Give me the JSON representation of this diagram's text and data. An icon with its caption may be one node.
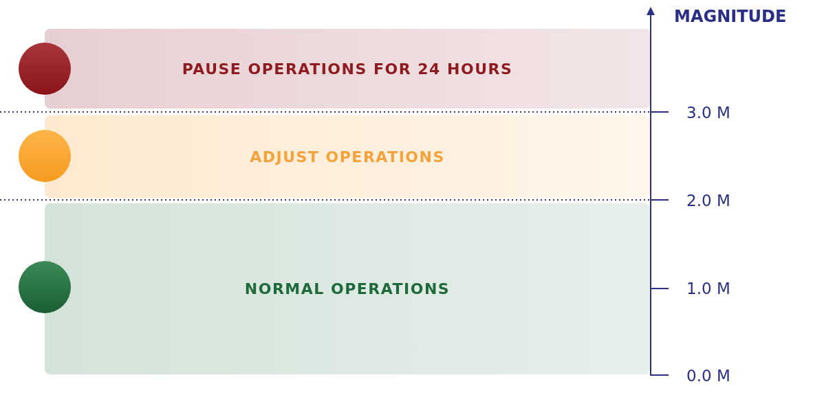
{
  "diagram": {
    "nodes": [
      {
        "text": [
          "PAUSE OPERATIONS FOR 24 HOURS"
        ]
      },
      {
        "text": [
          "ADJUST OPERATIONS"
        ]
      },
      {
        "text": [
          "NORMAL OPERATIONS"
        ]
      },
      {
        "text": [],
        "shape": "circle"
      },
      {
        "text": [],
        "shape": "circle"
      },
      {
        "text": [],
        "shape": "circle"
      }
    ],
    "edges": [],
    "labels": [
      "MAGNITUDE",
      "3.0 M",
      "2.0 M",
      "1.0 M",
      "0.0 M"
    ]
  }
}
